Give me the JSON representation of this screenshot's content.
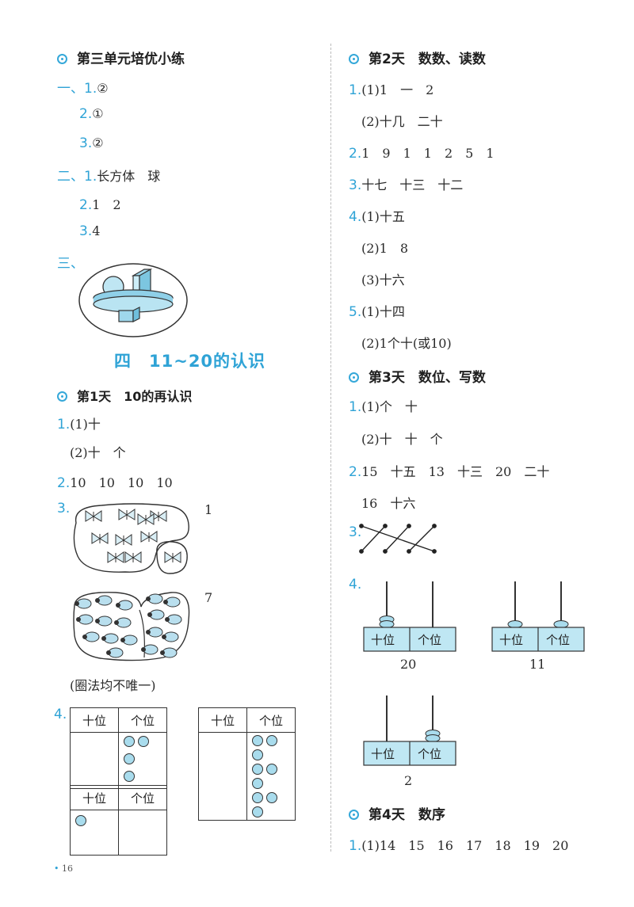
{
  "left": {
    "unit3_title": "第三单元培优小练",
    "u3_q1_num": "一、1.",
    "u3_q1_ans": "②",
    "u3_q1b_num": "2.",
    "u3_q1b_ans": "①",
    "u3_q1c_num": "3.",
    "u3_q1c_ans": "②",
    "u3_q2_num": "二、1.",
    "u3_q2_ans": "长方体　球",
    "u3_q2b_num": "2.",
    "u3_q2b_ans": "1　2",
    "u3_q2c_num": "3.",
    "u3_q2c_ans": "4",
    "u3_q3_num": "三、",
    "unit4_title": "四　11~20的认识",
    "day1_title": "第1天　10的再认识",
    "d1_q1_num": "1.",
    "d1_q1_ans": "(1)十",
    "d1_q1b_ans": "(2)十　个",
    "d1_q2_num": "2.",
    "d1_q2_ans": "10　10　10　10",
    "d1_q3_num": "3.",
    "d1_q3_a": "1",
    "d1_q3_b": "7",
    "d1_q3_note": "(圈法均不唯一)",
    "d1_q4_num": "4.",
    "tens_label": "十位",
    "ones_label": "个位",
    "page_number": "16"
  },
  "right": {
    "day2_title": "第2天　数数、读数",
    "d2_q1_num": "1.",
    "d2_q1_ans": "(1)1　一　2",
    "d2_q1b_ans": "(2)十几　二十",
    "d2_q2_num": "2.",
    "d2_q2_ans": "1　9　1　1　2　5　1",
    "d2_q3_num": "3.",
    "d2_q3_ans": "十七　十三　十二",
    "d2_q4_num": "4.",
    "d2_q4_ans": "(1)十五",
    "d2_q4b_ans": "(2)1　8",
    "d2_q4c_ans": "(3)十六",
    "d2_q5_num": "5.",
    "d2_q5_ans": "(1)十四",
    "d2_q5b_ans": "(2)1个十(或10)",
    "day3_title": "第3天　数位、写数",
    "d3_q1_num": "1.",
    "d3_q1_ans": "(1)个　十",
    "d3_q1b_ans": "(2)十　十　个",
    "d3_q2_num": "2.",
    "d3_q2_ans": "15　十五　13　十三　20　二十",
    "d3_q2b_ans": "16　十六",
    "d3_q3_num": "3.",
    "d3_q4_num": "4.",
    "abacus_values": [
      "20",
      "11",
      "2"
    ],
    "tens_label": "十位",
    "ones_label": "个位",
    "day4_title": "第4天　数序",
    "d4_q1_num": "1.",
    "d4_q1_ans": "(1)14　15　16　17　18　19　20"
  },
  "colors": {
    "accent": "#2fa3d6",
    "fill": "#a9dced"
  }
}
